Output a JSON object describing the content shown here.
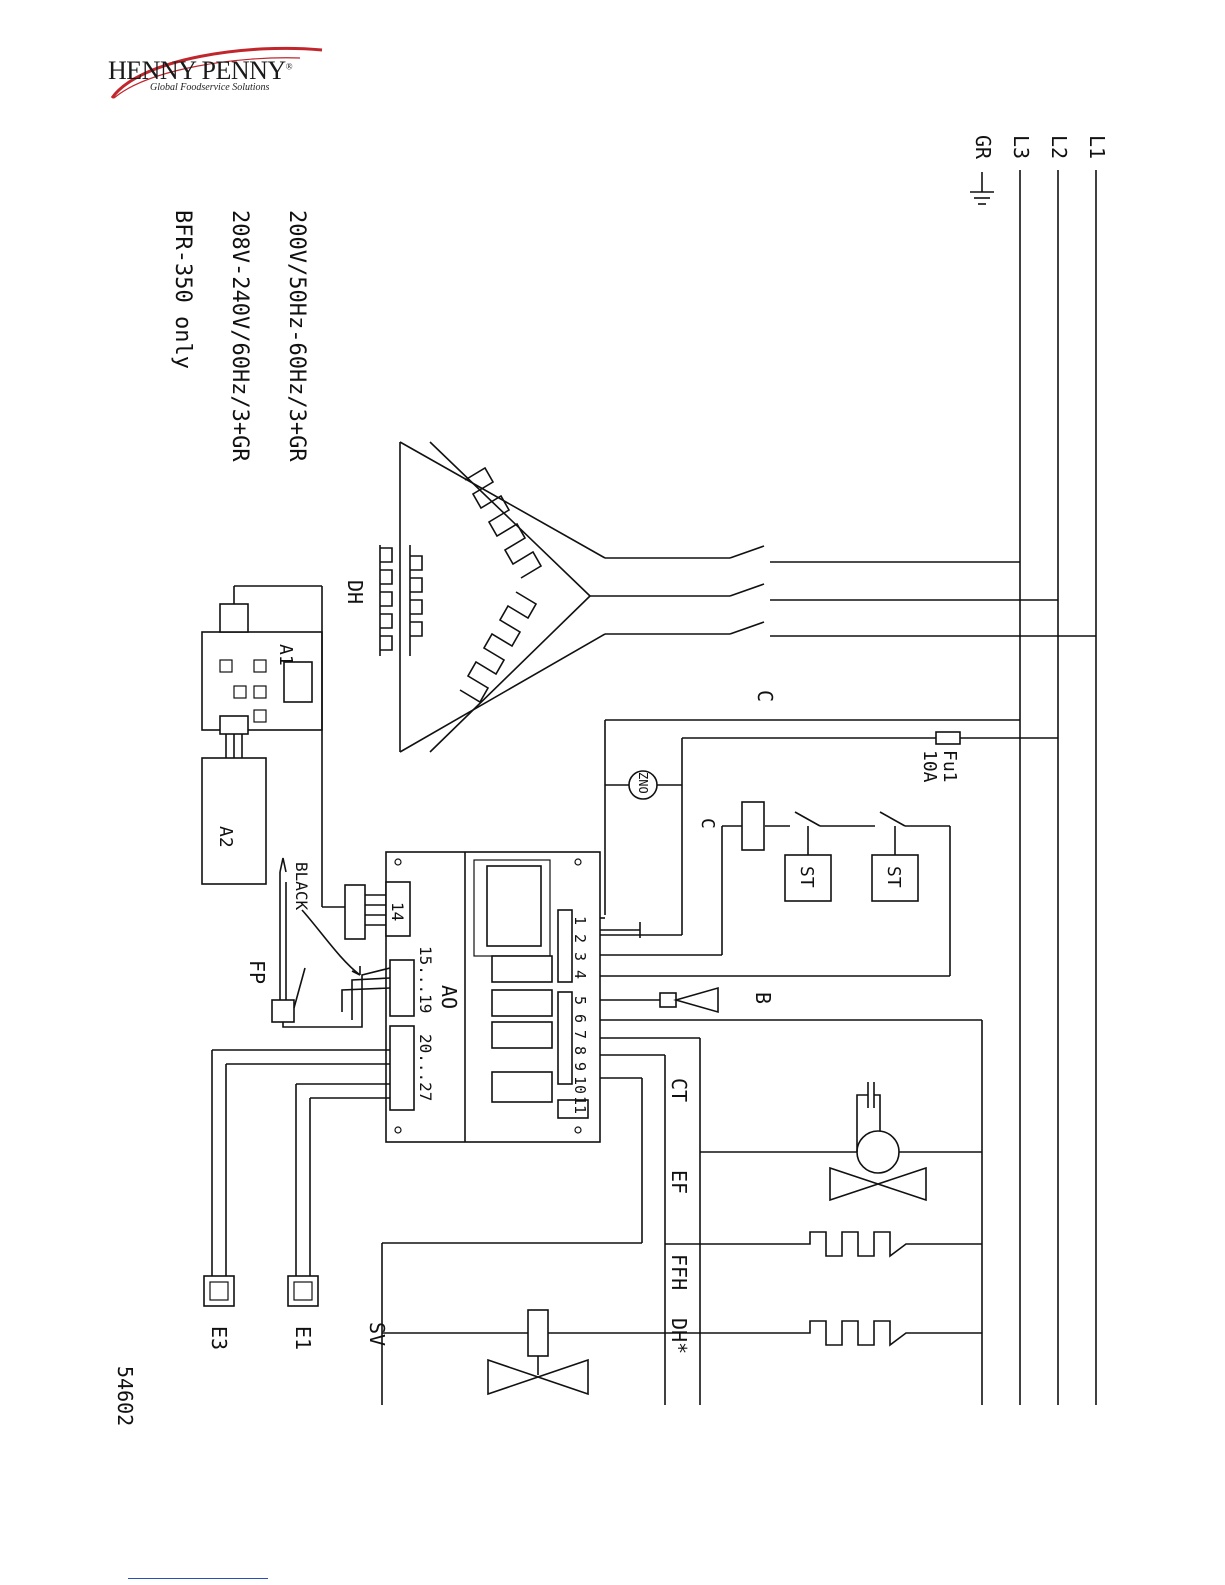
{
  "logo": {
    "brand": "HENNY PENNY",
    "registered": "®",
    "tagline": "Global Foodservice Solutions"
  },
  "supply_lines": [
    "L1",
    "L2",
    "L3",
    "GR"
  ],
  "voltage_notes": [
    "200V/50Hz-60Hz/3+GR",
    "208V-240V/60Hz/3+GR",
    "BFR-350 only"
  ],
  "components": {
    "contactor": "C",
    "contactor_coil": "C",
    "heater_dh": "DH",
    "fuse": "Fu1",
    "fuse_rating": "10A",
    "varistor": "ZNO",
    "thermostat_1": "ST",
    "thermostat_2": "ST",
    "board_a1": "A1",
    "board_a2": "A2",
    "controller": "AO",
    "connector_14": "14",
    "terminals_15_19": "15...19",
    "terminals_20_27": "20...27",
    "wire_black": "BLACK",
    "food_probe": "FP",
    "buzzer": "B",
    "ct": "CT",
    "ef": "EF",
    "ffh": "FFH",
    "dh_star": "DH*",
    "sv": "SV",
    "e1": "E1",
    "e3": "E3"
  },
  "terminal_numbers": [
    "1",
    "2",
    "3",
    "4",
    "5",
    "6",
    "7",
    "8",
    "9",
    "10",
    "11"
  ],
  "drawing_number": "54602",
  "colors": {
    "ink": "#111111",
    "logo_red": "#c0262c",
    "rule_blue": "#2b4db8"
  }
}
